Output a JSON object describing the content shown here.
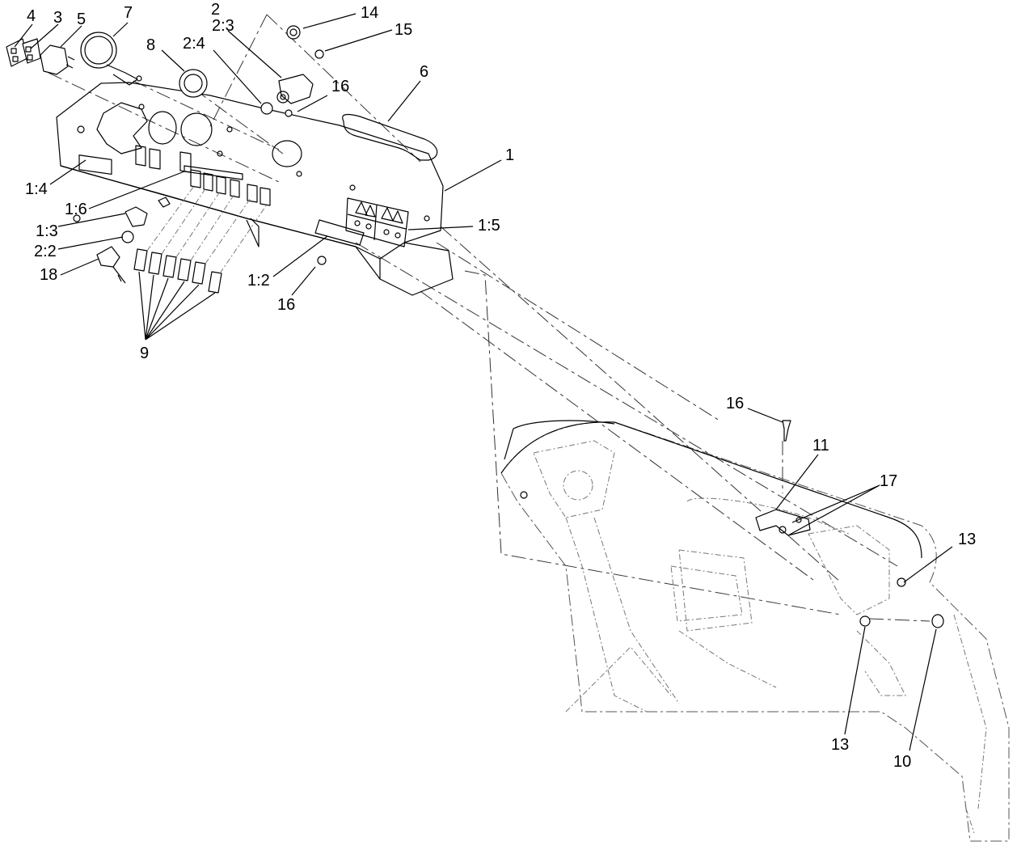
{
  "diagram": {
    "callouts": [
      {
        "id": "c4",
        "text": "4"
      },
      {
        "id": "c3",
        "text": "3"
      },
      {
        "id": "c5",
        "text": "5"
      },
      {
        "id": "c7",
        "text": "7"
      },
      {
        "id": "c8",
        "text": "8"
      },
      {
        "id": "c2",
        "text": "2"
      },
      {
        "id": "c2_3",
        "text": "2:3"
      },
      {
        "id": "c2_4",
        "text": "2:4"
      },
      {
        "id": "c14",
        "text": "14"
      },
      {
        "id": "c15",
        "text": "15"
      },
      {
        "id": "c16a",
        "text": "16"
      },
      {
        "id": "c6",
        "text": "6"
      },
      {
        "id": "c1",
        "text": "1"
      },
      {
        "id": "c1_5",
        "text": "1:5"
      },
      {
        "id": "c1_4",
        "text": "1:4"
      },
      {
        "id": "c1_6",
        "text": "1:6"
      },
      {
        "id": "c1_3",
        "text": "1:3"
      },
      {
        "id": "c2_2",
        "text": "2:2"
      },
      {
        "id": "c18",
        "text": "18"
      },
      {
        "id": "c1_2",
        "text": "1:2"
      },
      {
        "id": "c16b",
        "text": "16"
      },
      {
        "id": "c9",
        "text": "9"
      },
      {
        "id": "c16c",
        "text": "16"
      },
      {
        "id": "c11",
        "text": "11"
      },
      {
        "id": "c17",
        "text": "17"
      },
      {
        "id": "c13a",
        "text": "13"
      },
      {
        "id": "c13b",
        "text": "13"
      },
      {
        "id": "c10",
        "text": "10"
      }
    ]
  }
}
